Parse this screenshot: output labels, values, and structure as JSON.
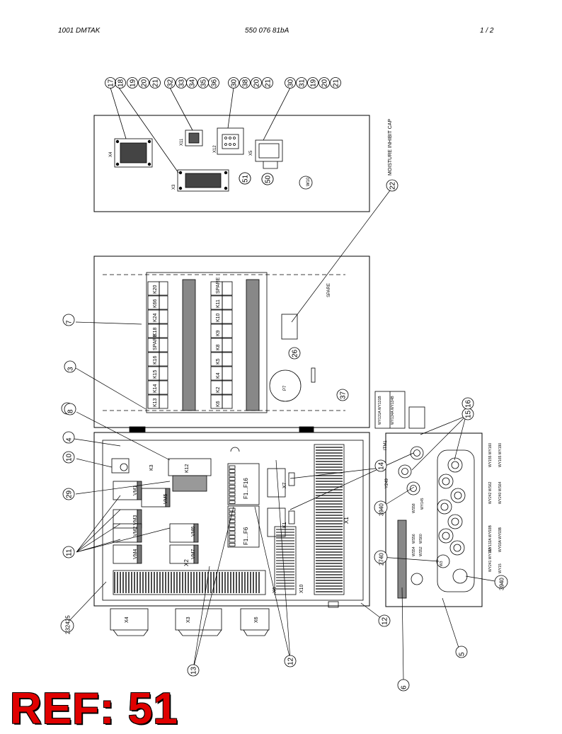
{
  "header": {
    "left": "1001 DMTAK",
    "center": "550 076 81bA",
    "right": "1 /  2"
  },
  "ref_label": "REF: 51",
  "callouts_top": [
    "17",
    "18",
    "19",
    "20",
    "21",
    "32",
    "33",
    "34",
    "35",
    "36",
    "30",
    "38",
    "20",
    "21",
    "30",
    "31",
    "19",
    "20",
    "21"
  ],
  "callouts": {
    "c22": "22",
    "c51": "51",
    "c50": "50",
    "c7": "7",
    "c3": "3",
    "c26": "26",
    "c37": "37",
    "c9": "9",
    "c8": "8",
    "c4": "4",
    "c10": "10",
    "c29": "29",
    "c11": "11",
    "c14": "14",
    "c15": "15",
    "c16": "16",
    "c3940a": "3940",
    "c2740": "2740",
    "c3940b": "3940",
    "c2324": "232425",
    "c12a": "12",
    "c13": "13",
    "c12b": "12",
    "c5": "5",
    "c6": "6"
  },
  "labels": {
    "moisture_cap": "MOISTURE INHIBIT CAP",
    "x4": "X4",
    "x3": "X3",
    "x11": "X11",
    "x12": "X12",
    "x5": "X5",
    "w10": "W10",
    "x6": "X6",
    "x10": "X10",
    "x1": "X1",
    "x2": "X2",
    "x7": "X7",
    "k1": "K1",
    "k3": "K3",
    "k12": "K12",
    "f_upper": "F1...F16",
    "f_lower": "F1...F6",
    "p7": "P7",
    "spare": "SPARE",
    "vm1": "VM1",
    "vm2": "VM2",
    "vm3": "VM3",
    "vm4": "VM4",
    "vm5": "VM5",
    "vm6": "VM6",
    "vm7": "VM7",
    "y249": "Y249",
    "itm": "ITM1",
    "w3": "W3",
    "wy_a": "WY131A WY131B",
    "wy_b": "WY134A WY134B",
    "wy_c": "WY155 WY160",
    "wy_d": "WY165 WY190",
    "wy_e": "WY242 WS62",
    "wy_f": "WY240 WS64",
    "wy_g": "WY132A WY93B",
    "wy_h": "WY93A WY93B",
    "wy_i": "WY241 WY133",
    "wy_j": "WY15",
    "wy_k": "WY145",
    "wy_l": "WS58",
    "wy_m": "WS56",
    "wy_n": "WS60",
    "wy_o": "WS52",
    "wy_p": "WS54"
  },
  "relays_left": [
    "K20",
    "K66",
    "K24",
    "K18",
    "SPARE",
    "K16",
    "K15",
    "K14",
    "K13"
  ],
  "relays_right": [
    "SPARE",
    "K11",
    "K10",
    "K9",
    "K8",
    "K5",
    "K4",
    "K2",
    "K6"
  ]
}
